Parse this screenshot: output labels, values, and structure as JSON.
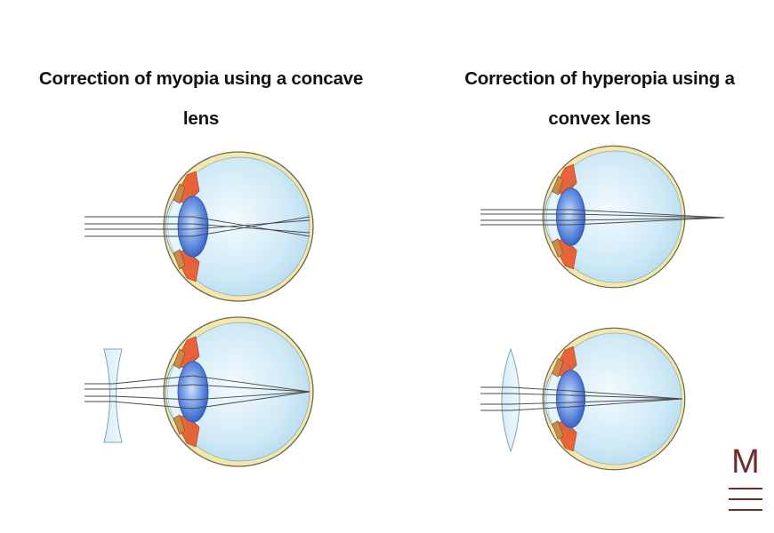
{
  "panels": {
    "left": {
      "title_line1": "Correction of myopia using a concave",
      "title_line2": "lens"
    },
    "right": {
      "title_line1": "Correction of hyperopia using a",
      "title_line2": "convex lens"
    }
  },
  "logo": {
    "letter": "M"
  },
  "colors": {
    "sclera": "#f3e7a9",
    "sclera_outline": "#6e6a55",
    "eyeball_fill": "#dff2fb",
    "lens_blue": "#3f6fd1",
    "iris_orange": "#e8633a",
    "ray": "#4a4a4a",
    "logo": "#6b2e2a"
  }
}
